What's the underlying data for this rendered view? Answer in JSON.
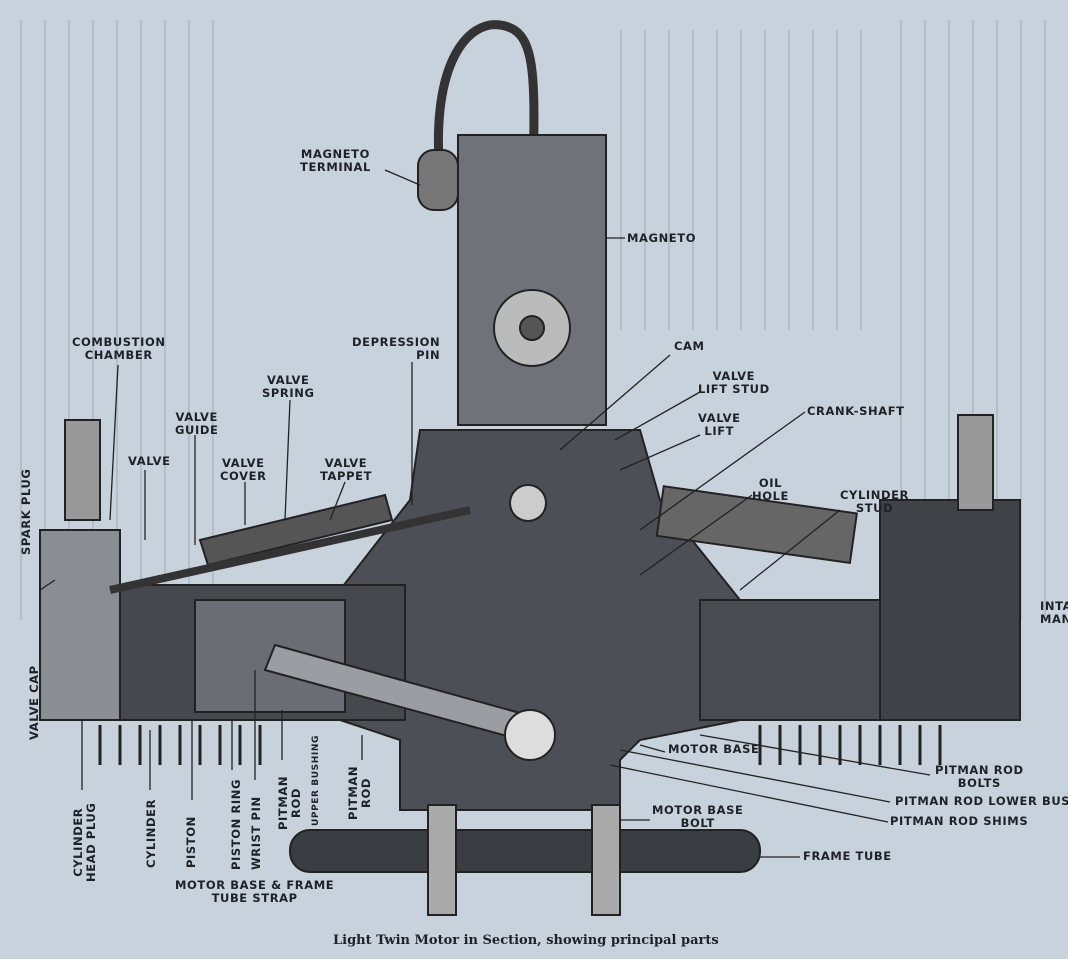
{
  "caption": "Light Twin Motor in Section, showing principal parts",
  "labels": {
    "magneto_terminal": [
      "MAGNETO",
      "TERMINAL"
    ],
    "magneto": "MAGNETO",
    "combustion_chamber": [
      "COMBUSTION",
      "CHAMBER"
    ],
    "depression_pin": [
      "DEPRESSION",
      "PIN"
    ],
    "cam": "CAM",
    "valve_lift_stud": [
      "VALVE",
      "LIFT STUD"
    ],
    "valve_spring": [
      "VALVE",
      "SPRING"
    ],
    "valve_guide": [
      "VALVE",
      "GUIDE"
    ],
    "valve": "VALVE",
    "valve_cover": [
      "VALVE",
      "COVER"
    ],
    "valve_tappet": [
      "VALVE",
      "TAPPET"
    ],
    "valve_lift": [
      "VALVE",
      "LIFT"
    ],
    "crank_shaft": "CRANK-SHAFT",
    "oil_hole": [
      "OIL",
      "HOLE"
    ],
    "cylinder_stud": [
      "CYLINDER",
      "STUD"
    ],
    "spark_plug": "SPARK PLUG",
    "valve_cap": "VALVE CAP",
    "intake_manifold": [
      "INTAK",
      "MANIFO"
    ],
    "motor_base": "MOTOR BASE",
    "pitman_rod_bolts": [
      "PITMAN ROD",
      "BOLTS"
    ],
    "pitman_rod_lower_bushing": "PITMAN ROD LOWER BUSH",
    "pitman_rod_shims": "PITMAN ROD SHIMS",
    "motor_base_bolt": [
      "MOTOR BASE",
      "BOLT"
    ],
    "frame_tube": "FRAME TUBE",
    "motor_base_frame_tube_strap": [
      "MOTOR BASE & FRAME",
      "TUBE STRAP"
    ],
    "cylinder_head_plug": [
      "CYLINDER",
      "HEAD PLUG"
    ],
    "cylinder": "CYLINDER",
    "piston": "PISTON",
    "piston_ring": "PISTON RING",
    "wrist_pin": "WRIST PIN",
    "pitman_rod_a": [
      "PITMAN",
      "ROD"
    ],
    "upper_bushing": "UPPER BUSHING",
    "pitman_rod_b": [
      "PITMAN",
      "ROD"
    ]
  }
}
